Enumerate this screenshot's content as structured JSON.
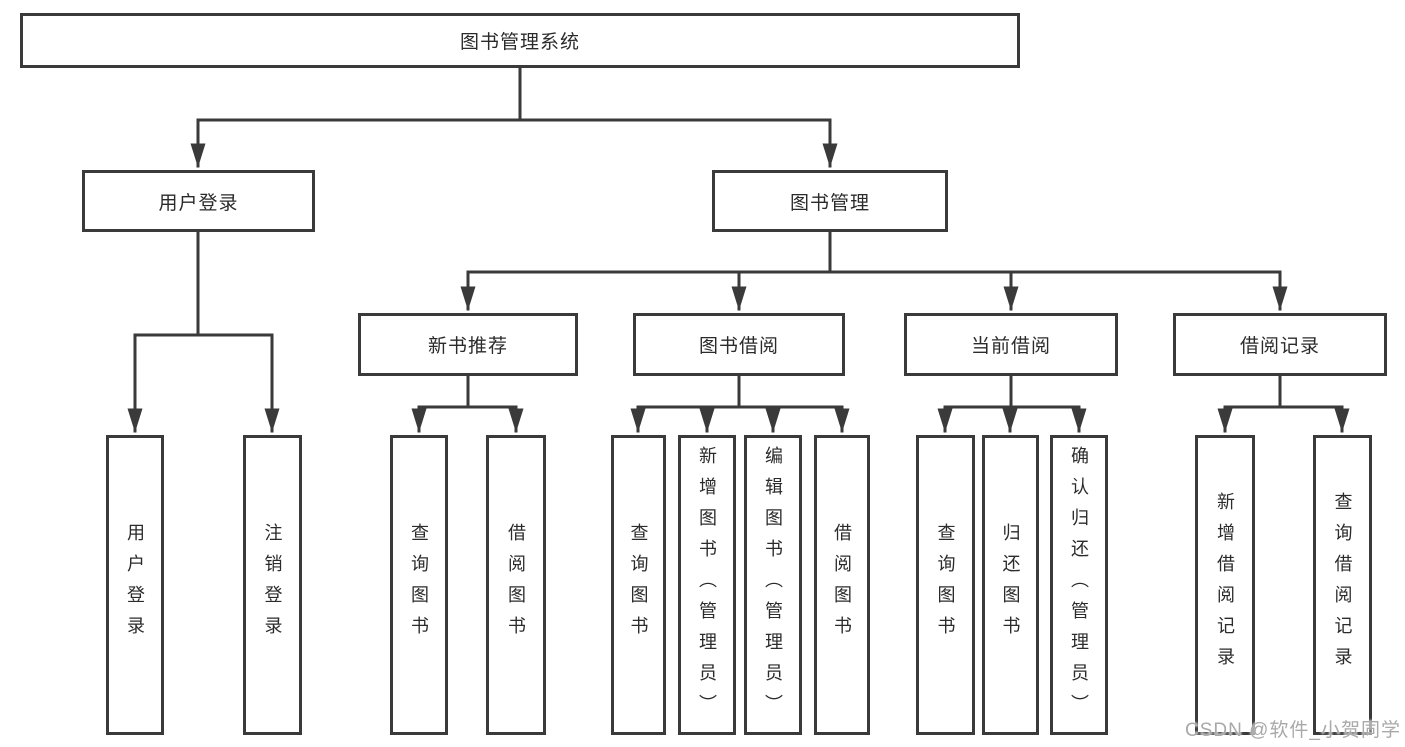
{
  "diagram_title": "图书管理系统",
  "tree": {
    "label": "图书管理系统",
    "children": [
      {
        "label": "用户登录",
        "children": [
          {
            "label": "用户登录"
          },
          {
            "label": "注销登录"
          }
        ]
      },
      {
        "label": "图书管理",
        "children": [
          {
            "label": "新书推荐",
            "children": [
              {
                "label": "查询图书"
              },
              {
                "label": "借阅图书"
              }
            ]
          },
          {
            "label": "图书借阅",
            "children": [
              {
                "label": "查询图书"
              },
              {
                "label": "新增图书（管理员）"
              },
              {
                "label": "编辑图书（管理员）"
              },
              {
                "label": "借阅图书"
              }
            ]
          },
          {
            "label": "当前借阅",
            "children": [
              {
                "label": "查询图书"
              },
              {
                "label": "归还图书"
              },
              {
                "label": "确认归还（管理员）"
              }
            ]
          },
          {
            "label": "借阅记录",
            "children": [
              {
                "label": "新增借阅记录"
              },
              {
                "label": "查询借阅记录"
              }
            ]
          }
        ]
      }
    ]
  },
  "watermark": {
    "text": "CSDN @软件_小贺同学"
  },
  "colors": {
    "line": "#3a3a3a",
    "box_border": "#3a3a3a",
    "text": "#2b2b2b",
    "watermark": "#a9a9a9",
    "background": "#ffffff"
  }
}
